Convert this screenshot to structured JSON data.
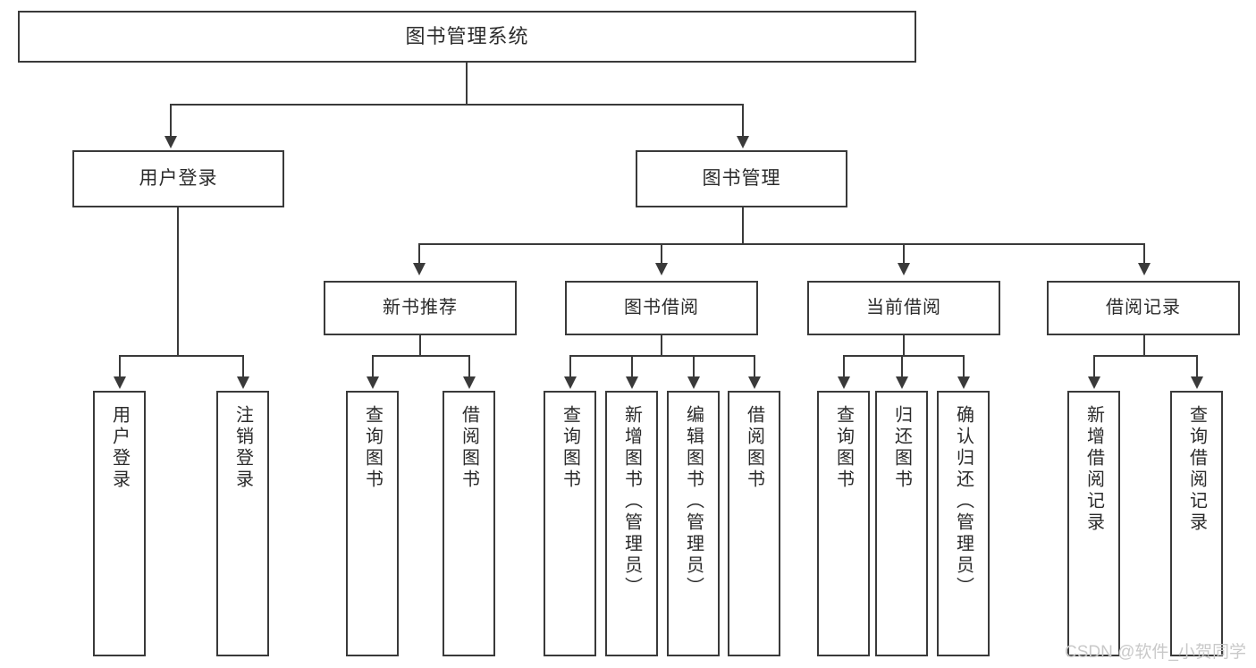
{
  "diagram": {
    "type": "tree-hierarchy-function-decomposition",
    "root": {
      "label": "图书管理系统"
    },
    "level2": [
      {
        "label": "用户登录"
      },
      {
        "label": "图书管理"
      }
    ],
    "level3": [
      {
        "label": "新书推荐"
      },
      {
        "label": "图书借阅"
      },
      {
        "label": "当前借阅"
      },
      {
        "label": "借阅记录"
      }
    ],
    "leaves": {
      "user_login": [
        {
          "label": "用户登录"
        },
        {
          "label": "注销登录"
        }
      ],
      "new_book_recommend": [
        {
          "label": "查询图书"
        },
        {
          "label": "借阅图书"
        }
      ],
      "book_borrow": [
        {
          "label": "查询图书"
        },
        {
          "label": "新增图书（管理员）"
        },
        {
          "label": "编辑图书（管理员）"
        },
        {
          "label": "借阅图书"
        }
      ],
      "current_borrow": [
        {
          "label": "查询图书"
        },
        {
          "label": "归还图书"
        },
        {
          "label": "确认归还（管理员）"
        }
      ],
      "borrow_record": [
        {
          "label": "新增借阅记录"
        },
        {
          "label": "查询借阅记录"
        }
      ]
    }
  },
  "watermark": {
    "text": "CSDN @软件_小贺同学"
  },
  "colors": {
    "stroke": "#3a3a3a",
    "text": "#2b2b2b",
    "background": "#ffffff",
    "watermark": "#c9c9c9"
  }
}
